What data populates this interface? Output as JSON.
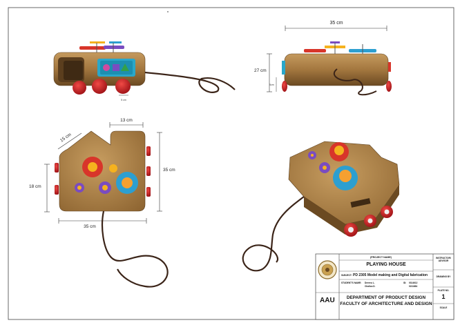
{
  "dimensions": {
    "front_width": "35 cm",
    "top_width": "35 cm",
    "height": "27 cm",
    "bump_width": "13 cm",
    "diag": "15 cm",
    "side_height": "35 cm",
    "left_height": "18 cm",
    "bottom_width": "35 cm",
    "small_left": "5cm",
    "tiny_front": "5 cm"
  },
  "title_block": {
    "project_name_label": "(PROJECT NAME)",
    "project_name": "PLAYING HOUSE",
    "subject_label": "SUBJECT:",
    "subject": "PD 2305 Model making and Digital fabrication",
    "student_label": "STUDENT'S NAME:",
    "student_1": "Dereeu L.",
    "student_2": "Chalica D.",
    "id_label": "ID:",
    "id_1": "0314612",
    "id_2": "0211684",
    "university_abbr": "AAU",
    "department": "DEPARTMENT OF  PRODUCT DESIGN",
    "faculty": "FACULTY OF ARCHITECTURE  AND  DESIGN",
    "instructor": "INSTRUCTOR/ ADVISOR",
    "drawn_by": "DRAWING BY",
    "plate_no_label": "PLATE NO.",
    "plate_no": "1",
    "scale_label": "SCALE"
  },
  "colors": {
    "body": "#a3773f",
    "body_dark": "#6b4a22",
    "wheel": "#d01f25",
    "gear_red": "#d8352a",
    "gear_yellow": "#f5b21e",
    "gear_blue": "#2d9fd0",
    "gear_purple": "#7a4cc0",
    "cord": "#3b2418",
    "panel": "#2aa7c9"
  },
  "icons": [
    "aau-seal-icon"
  ]
}
